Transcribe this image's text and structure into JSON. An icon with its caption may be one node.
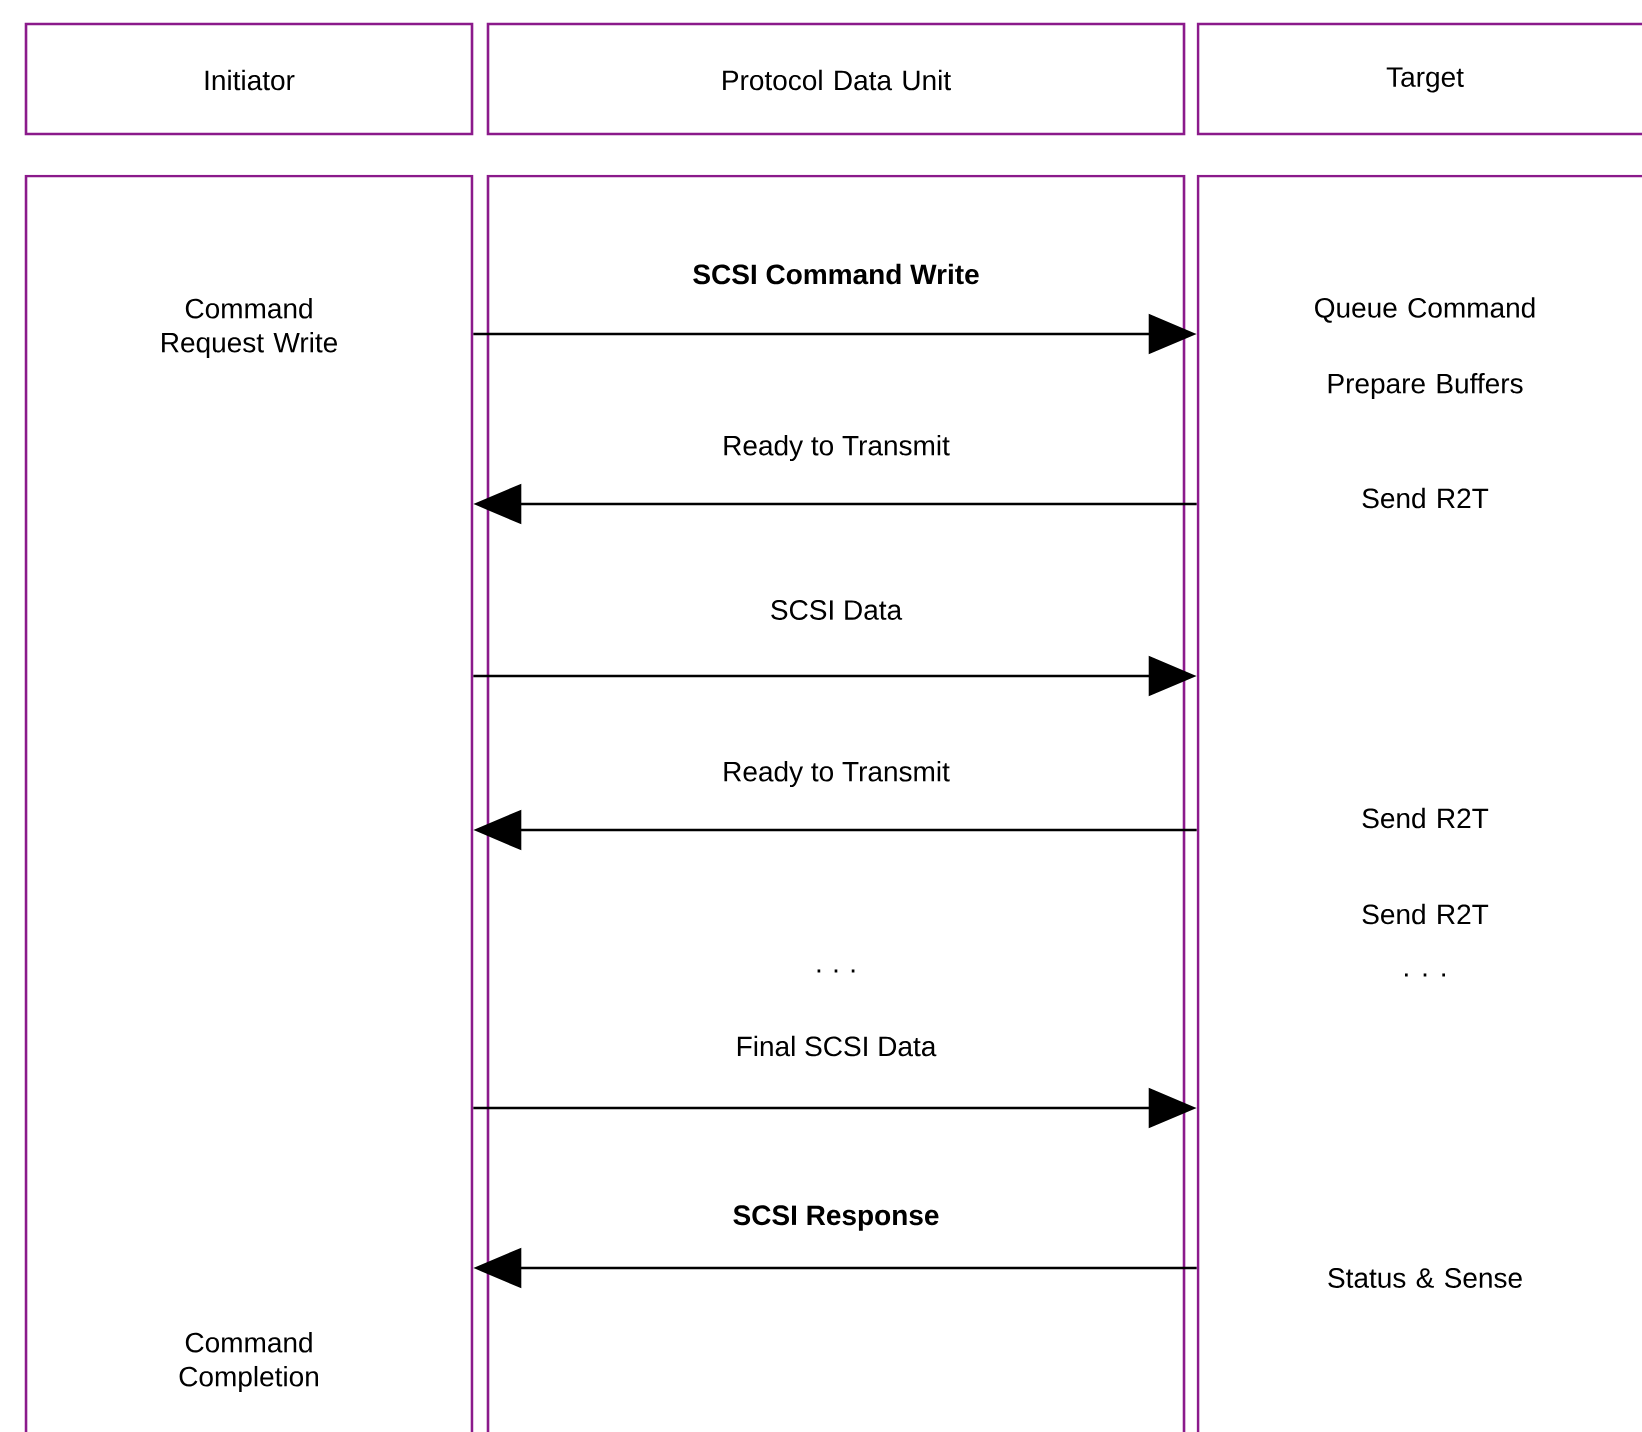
{
  "diagram": {
    "nodes": [
      {
        "text": [
          "Initiator"
        ]
      },
      {
        "text": [
          "Protocol Data Unit"
        ]
      },
      {
        "text": [
          "Target"
        ]
      },
      {
        "text": [
          "Command Request Write",
          "Command Completion"
        ]
      },
      {
        "text": [
          "Queue Command",
          "Prepare Buffers",
          "Send R2T",
          "Send R2T",
          "Send R2T",
          "· · ·",
          "Status & Sense"
        ]
      }
    ],
    "edges": [
      {
        "from": 3,
        "to": 4,
        "arrow": "to",
        "label": "SCSI Command Write"
      },
      {
        "from": 4,
        "to": 3,
        "arrow": "to",
        "label": "Ready to Transmit"
      },
      {
        "from": 3,
        "to": 4,
        "arrow": "to",
        "label": "SCSI Data"
      },
      {
        "from": 4,
        "to": 3,
        "arrow": "to",
        "label": "Ready to Transmit"
      },
      {
        "from": 3,
        "to": 4,
        "arrow": "to",
        "label": "Final SCSI Data"
      },
      {
        "from": 4,
        "to": 3,
        "arrow": "to",
        "label": "SCSI Response"
      }
    ],
    "labels": [
      "· · ·"
    ]
  }
}
